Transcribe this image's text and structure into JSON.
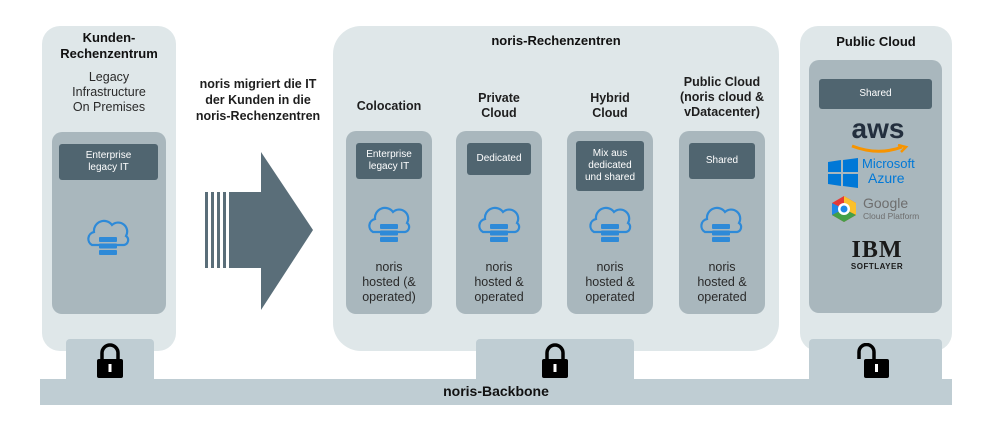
{
  "customer": {
    "title": "Kunden-\nRechenzentrum",
    "subtitle": "Legacy\nInfrastructure\nOn Premises",
    "chip": "Enterprise\nlegacy IT"
  },
  "migration": {
    "text": "noris migriert die IT\nder Kunden in die\nnoris-Rechenzentren"
  },
  "noris": {
    "title": "noris-Rechenzentren",
    "columns": [
      {
        "label": "Colocation",
        "chip": "Enterprise\nlegacy IT",
        "hosted": "noris\nhosted (&\noperated)"
      },
      {
        "label": "Private\nCloud",
        "chip": "Dedicated",
        "hosted": "noris\nhosted &\noperated"
      },
      {
        "label": "Hybrid\nCloud",
        "chip": "Mix aus\ndedicated\nund shared",
        "hosted": "noris\nhosted &\noperated"
      },
      {
        "label": "Public Cloud\n(noris cloud &\nvDatacenter)",
        "chip": "Shared",
        "hosted": "noris\nhosted &\noperated"
      }
    ]
  },
  "public_cloud": {
    "title": "Public Cloud",
    "chip": "Shared",
    "logos": {
      "aws": "aws",
      "microsoft_top": "Microsoft",
      "microsoft_bottom": "Azure",
      "google_top": "Google",
      "google_bottom": "Cloud Platform",
      "ibm": "IBM",
      "softlayer": "SOFTLAYER"
    }
  },
  "backbone": {
    "label": "noris-Backbone"
  },
  "colors": {
    "panel": "#dfe7e9",
    "inner": "#a9b7bd",
    "chip": "#506570",
    "arrow": "#5a6e79",
    "cloud_blue": "#2e8ad8",
    "azure_blue": "#0078d7",
    "aws_orange": "#f79400"
  }
}
